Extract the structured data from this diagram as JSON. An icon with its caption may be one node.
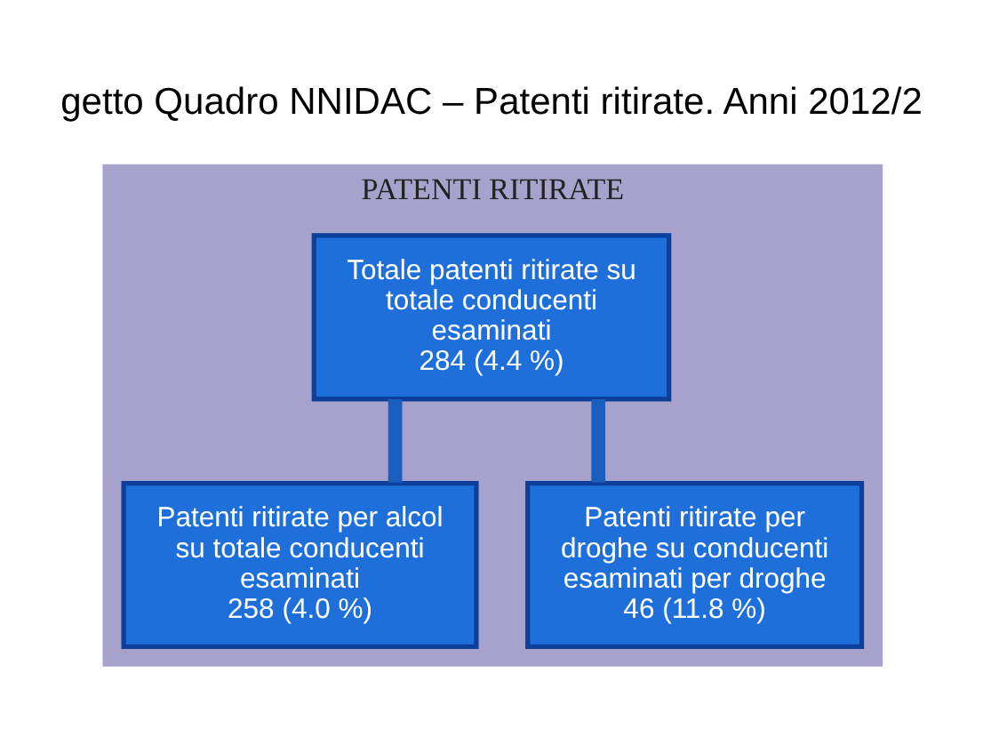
{
  "diagram": {
    "nodes": [
      {
        "text": [
          "PATENTI RITIRATE"
        ]
      },
      {
        "text": [
          "Totale patenti ritirate su totale conducenti esaminati",
          "284 (4.4 %)"
        ],
        "in": 0
      },
      {
        "text": [
          "Patenti ritirate per alcol su totale conducenti esaminati",
          "258 (4.0 %)"
        ],
        "in": 0
      },
      {
        "text": [
          "Patenti ritirate per droghe su conducenti esaminati per droghe",
          "46 (11.8 %)"
        ],
        "in": 0
      }
    ],
    "edges": [
      {
        "from": 1,
        "to": 2,
        "arrow": "none"
      },
      {
        "from": 1,
        "to": 3,
        "arrow": "none"
      }
    ],
    "labels": [
      "getto Quadro NNIDAC – Patenti ritirate. Anni 2012/2"
    ]
  }
}
